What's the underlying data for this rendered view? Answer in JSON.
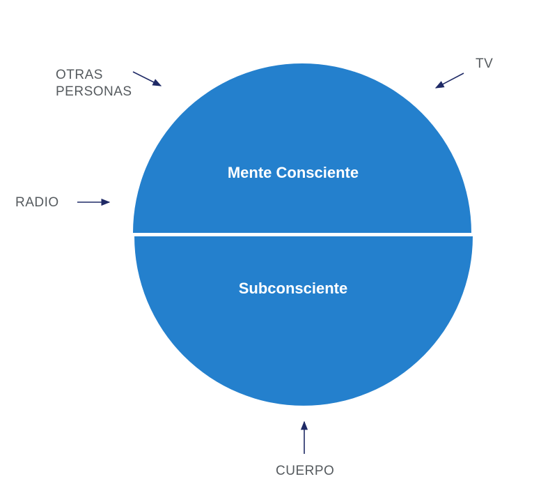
{
  "colors": {
    "circle_fill": "#2480cd",
    "divider": "#ffffff",
    "arrow": "#1f2a66",
    "outer_text": "#555a5e",
    "inner_text": "#ffffff"
  },
  "circle": {
    "top_label": "Mente Consciente",
    "bottom_label": "Subconsciente"
  },
  "inputs": {
    "otras_personas": [
      "OTRAS",
      "PERSONAS"
    ],
    "tv": "TV",
    "radio": "RADIO",
    "cuerpo": "CUERPO"
  }
}
